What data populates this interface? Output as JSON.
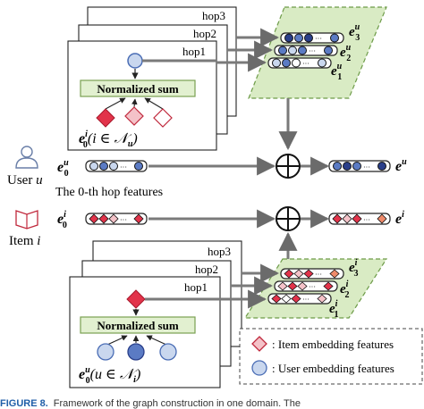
{
  "colors": {
    "user_blue": "#5b7bc4",
    "user_light": "#c9d7ee",
    "item_red": "#e2334a",
    "item_light": "#f4c2c8",
    "item_orange": "#ef8a6a",
    "panel_green": "#d9ebc4",
    "box_green": "#e2f0d0",
    "arrow_gray": "#7a7a7a"
  },
  "icons": [
    "user-icon",
    "book-icon",
    "plus-circle-icon"
  ],
  "top": {
    "hop_labels": [
      "hop3",
      "hop2",
      "hop1"
    ],
    "sum_label": "Normalized sum",
    "e0": "e",
    "e0_sup": "i",
    "e0_sub": "0",
    "e0_cond": "(i ∈ 𝒩",
    "e0_cond_sub": "u",
    "e0_cond_close": ")",
    "out_labels": [
      {
        "main": "e",
        "sup": "u",
        "sub": "3"
      },
      {
        "main": "e",
        "sup": "u",
        "sub": "2"
      },
      {
        "main": "e",
        "sup": "u",
        "sub": "1"
      }
    ]
  },
  "bottom": {
    "hop_labels": [
      "hop3",
      "hop2",
      "hop1"
    ],
    "sum_label": "Normalized sum",
    "e0": "e",
    "e0_sup": "u",
    "e0_sub": "0",
    "e0_cond": "(u ∈ 𝒩",
    "e0_cond_sub": "i",
    "e0_cond_close": ")",
    "out_labels": [
      {
        "main": "e",
        "sup": "i",
        "sub": "3"
      },
      {
        "main": "e",
        "sup": "i",
        "sub": "2"
      },
      {
        "main": "e",
        "sup": "i",
        "sub": "1"
      }
    ]
  },
  "user_row": {
    "label": "User ",
    "label_var": "u",
    "input_main": "e",
    "input_sup": "u",
    "input_sub": "0",
    "output_main": "e",
    "output_sup": "u",
    "note": "The 0-th hop features"
  },
  "item_row": {
    "label": "Item ",
    "label_var": "i",
    "input_main": "e",
    "input_sup": "i",
    "input_sub": "0",
    "output_main": "e",
    "output_sup": "i"
  },
  "legend": {
    "item_text": ": Item embedding features",
    "user_text": ": User embedding features"
  },
  "caption": {
    "fig": "FIGURE 8.",
    "text": "Framework of the graph construction in one domain. The"
  }
}
